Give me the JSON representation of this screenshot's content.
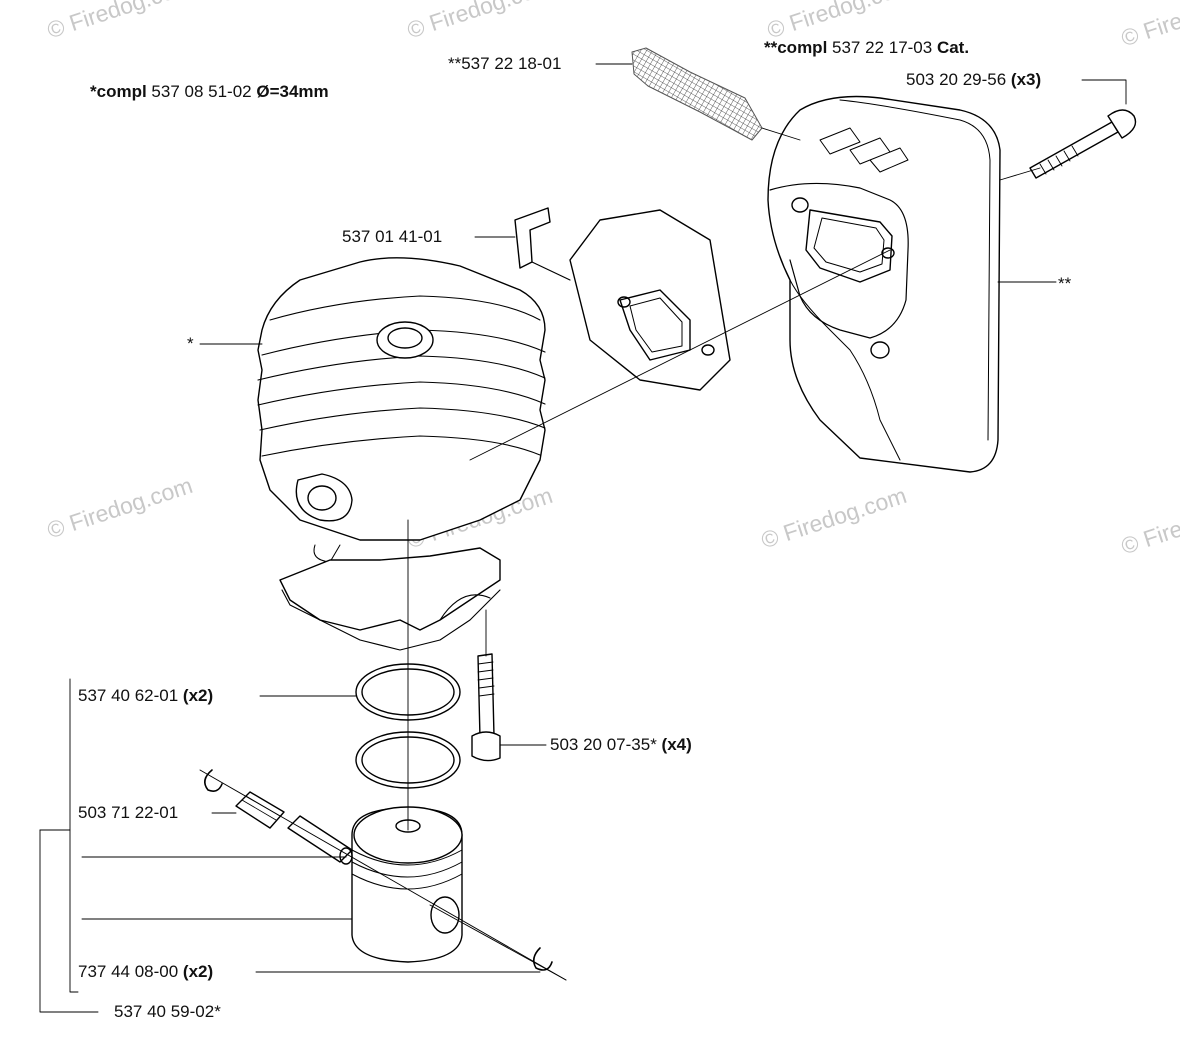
{
  "watermark": "© Firedog.com",
  "assembly": {
    "cylinder_kit": {
      "prefix": "*compl",
      "number": " 537 08 51-02 ",
      "spec": "Ø=34mm"
    },
    "muffler_kit": {
      "prefix": "**compl",
      "number": " 537 22 17-03 ",
      "suffix": "Cat."
    }
  },
  "parts": {
    "screen": "**537 22 18-01",
    "muffler_bolt_number": "503 20 29-56 ",
    "muffler_bolt_qty": "(x3)",
    "gasket": "537 01 41-01",
    "muffler_marker": "**",
    "cylinder_marker": "*",
    "piston_ring_number": "537 40 62-01 ",
    "piston_ring_qty": "(x2)",
    "cylinder_screw_number": "503 20 07-35* ",
    "cylinder_screw_qty": "(x4)",
    "needle_bearing": "503 71 22-01",
    "circlip_number": "737 44 08-00 ",
    "circlip_qty": "(x2)",
    "piston_kit": "537 40 59-02*"
  }
}
